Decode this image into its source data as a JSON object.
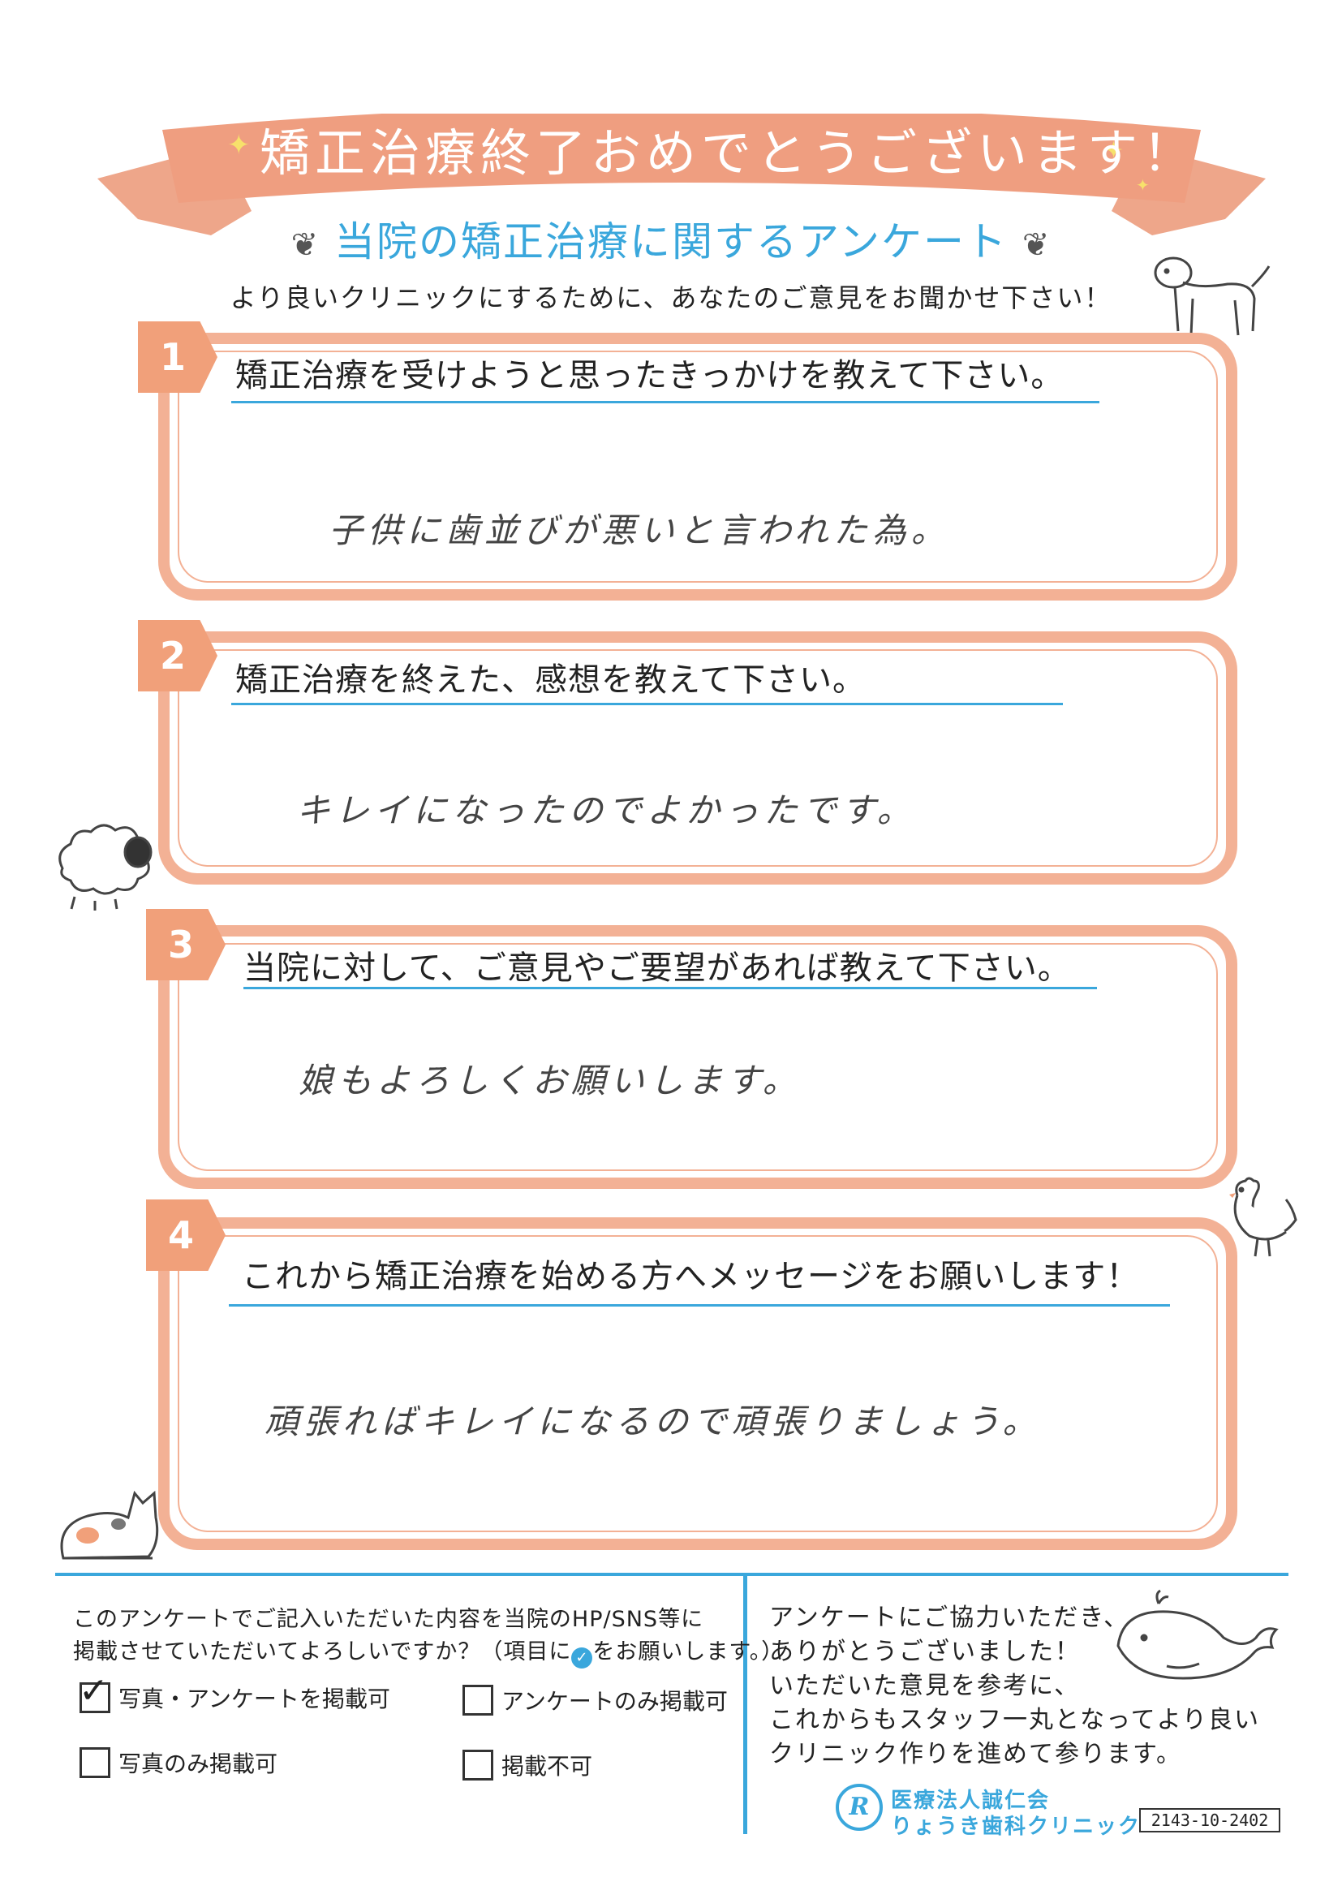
{
  "banner": {
    "title": "矯正治療終了おめでとうございます！"
  },
  "survey": {
    "title": "当院の矯正治療に関するアンケート",
    "subtitle": "より良いクリニックにするために、あなたのご意見をお聞かせ下さい！"
  },
  "questions": [
    {
      "number": "1",
      "text": "矯正治療を受けようと思ったきっかけを教えて下さい。",
      "answer": "子供に歯並びが悪いと言われた為。"
    },
    {
      "number": "2",
      "text": "矯正治療を終えた、感想を教えて下さい。",
      "answer": "キレイになったのでよかったです。"
    },
    {
      "number": "3",
      "text": "当院に対して、ご意見やご要望があれば教えて下さい。",
      "answer": "娘もよろしくお願いします。"
    },
    {
      "number": "4",
      "text": "これから矯正治療を始める方へメッセージをお願いします！",
      "answer": "頑張ればキレイになるので頑張りましょう。"
    }
  ],
  "consent": {
    "line1": "このアンケートでご記入いただいた内容を当院のHP/SNS等に",
    "line2a": "掲載させていただいてよろしいですか？（項目に",
    "line2b": "をお願いします。）",
    "options": [
      {
        "label": "写真・アンケートを掲載可",
        "checked": true
      },
      {
        "label": "アンケートのみ掲載可",
        "checked": false
      },
      {
        "label": "写真のみ掲載可",
        "checked": false
      },
      {
        "label": "掲載不可",
        "checked": false
      }
    ],
    "check_mark": "✓"
  },
  "thanks": {
    "lines": [
      "アンケートにご協力いただき、",
      "ありがとうございました！",
      "いただいた意見を参考に、",
      "これからもスタッフ一丸となってより良い",
      "クリニック作りを進めて参ります。"
    ]
  },
  "clinic": {
    "logo_letter": "R",
    "corp_name": "医療法人誠仁会",
    "name": "りょうき歯科クリニック",
    "doc_code": "2143-10-2402"
  },
  "colors": {
    "accent_blue": "#3aa7dc",
    "salmon": "#f1a07a",
    "box_border": "#f3b195"
  }
}
